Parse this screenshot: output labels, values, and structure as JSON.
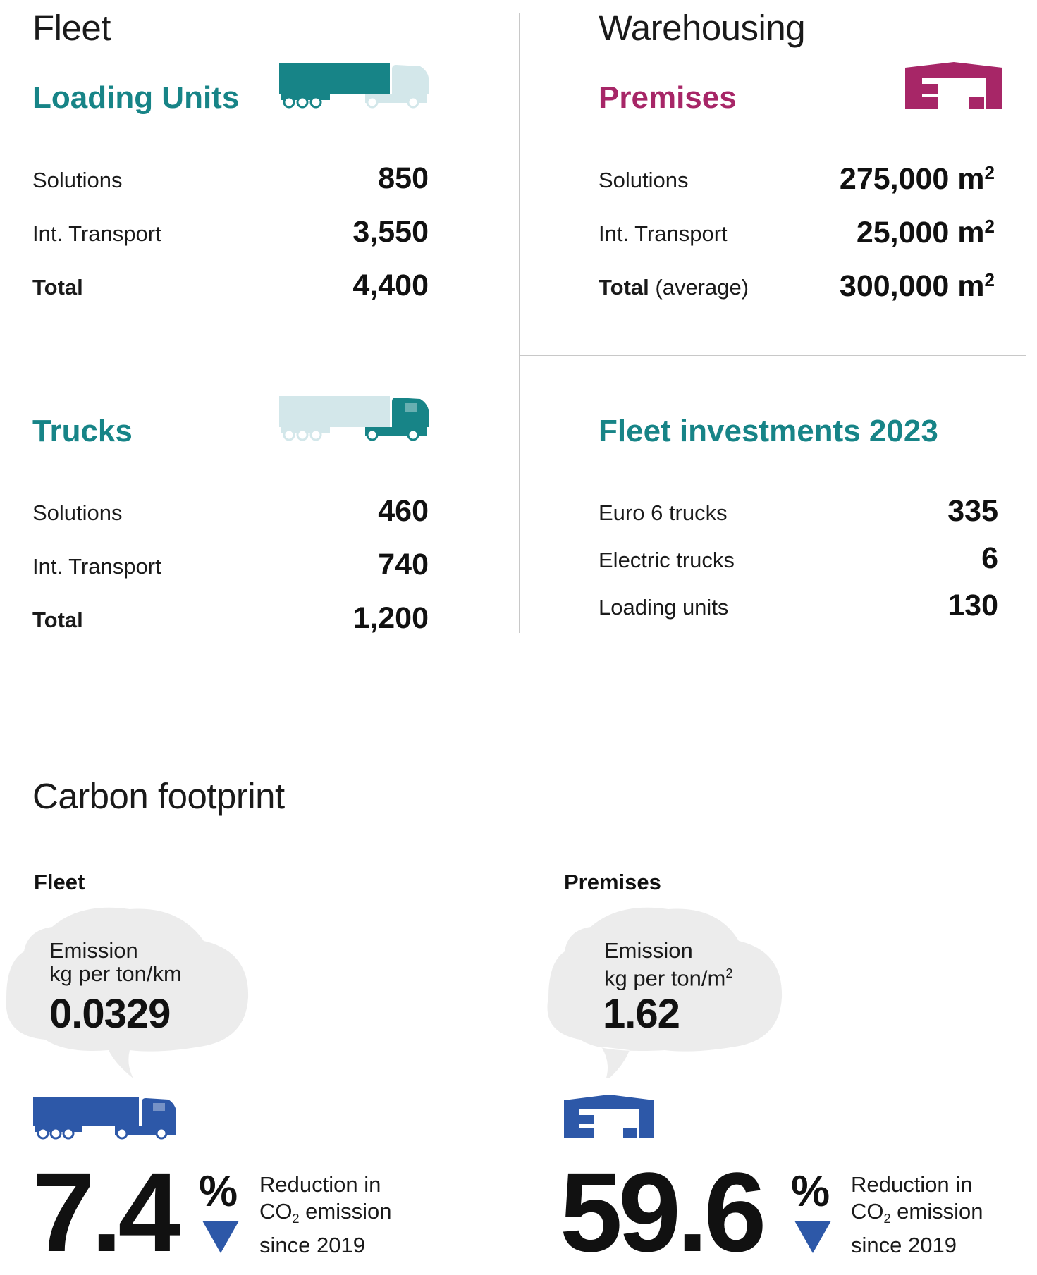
{
  "fleet": {
    "title": "Fleet",
    "loading_units": {
      "title": "Loading Units",
      "icon": "trailer-icon",
      "rows": [
        {
          "label": "Solutions",
          "value": "850"
        },
        {
          "label": "Int. Transport",
          "value": "3,550"
        },
        {
          "label": "Total",
          "value": "4,400"
        }
      ]
    },
    "trucks": {
      "title": "Trucks",
      "icon": "truck-tractor-icon",
      "rows": [
        {
          "label": "Solutions",
          "value": "460"
        },
        {
          "label": "Int. Transport",
          "value": "740"
        },
        {
          "label": "Total",
          "value": "1,200"
        }
      ]
    }
  },
  "warehousing": {
    "title": "Warehousing",
    "premises": {
      "title": "Premises",
      "icon": "warehouse-icon",
      "rows": [
        {
          "label": "Solutions",
          "value": "275,000 m",
          "unit_sup": "2"
        },
        {
          "label": "Int. Transport",
          "value": "25,000 m",
          "unit_sup": "2"
        },
        {
          "label": "Total",
          "label_suffix": "(average)",
          "value": "300,000 m",
          "unit_sup": "2"
        }
      ]
    }
  },
  "fleet_investments": {
    "title": "Fleet investments 2023",
    "rows": [
      {
        "label": "Euro 6 trucks",
        "value": "335"
      },
      {
        "label": "Electric trucks",
        "value": "6"
      },
      {
        "label": "Loading units",
        "value": "130"
      }
    ]
  },
  "carbon_footprint": {
    "title": "Carbon footprint",
    "fleet": {
      "heading": "Fleet",
      "emission_label": "Emission",
      "emission_unit": "kg per ton/km",
      "emission_value": "0.0329",
      "reduction_value": "7.4",
      "reduction_symbol": "%",
      "reduction_line1": "Reduction in",
      "reduction_line2_pre": "CO",
      "reduction_line2_sub": "2",
      "reduction_line2_post": " emission",
      "reduction_line3": "since 2019",
      "icon": "truck-icon"
    },
    "premises": {
      "heading": "Premises",
      "emission_label": "Emission",
      "emission_unit": "kg per ton/m",
      "emission_unit_sup": "2",
      "emission_value": "1.62",
      "reduction_value": "59.6",
      "reduction_symbol": "%",
      "reduction_line1": "Reduction in",
      "reduction_line2_pre": "CO",
      "reduction_line2_sub": "2",
      "reduction_line2_post": " emission",
      "reduction_line3": "since 2019",
      "icon": "warehouse-icon"
    }
  },
  "colors": {
    "teal": "#178487",
    "light_teal": "#d3e7ea",
    "magenta": "#a72667",
    "blue": "#2d58a8",
    "bubble": "#ececec",
    "divider": "#c8c8c8"
  }
}
